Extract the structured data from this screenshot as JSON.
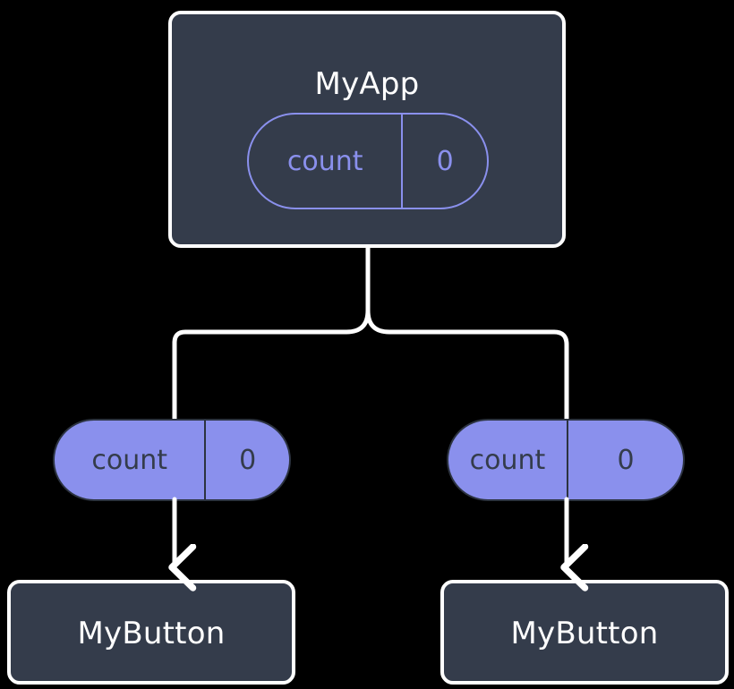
{
  "diagram": {
    "title": "component-state-propagation-tree",
    "background_color": "#000000",
    "colors": {
      "node_fill": "#343c4b",
      "node_border": "#ffffff",
      "accent_purple": "#8a90ed",
      "pill_text_dark": "#343c4b",
      "wire": "#ffffff"
    },
    "root": {
      "label": "MyApp",
      "state": {
        "key": "count",
        "value": "0"
      }
    },
    "branches": [
      {
        "side": "left",
        "state": {
          "key": "count",
          "value": "0"
        },
        "child": {
          "label": "MyButton"
        }
      },
      {
        "side": "right",
        "state": {
          "key": "count",
          "value": "0"
        },
        "child": {
          "label": "MyButton"
        }
      }
    ]
  }
}
